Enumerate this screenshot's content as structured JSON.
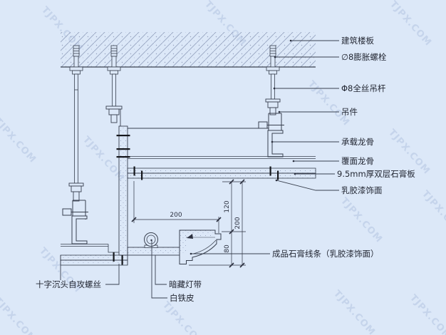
{
  "drawing": {
    "title_hint": "ceiling cove lighting construction detail",
    "watermark": "TJPX.COM",
    "labels": {
      "building_slab": "建筑楼板",
      "expansion_bolt": "∅8膨胀螺栓",
      "threaded_rod": "Φ8全丝吊杆",
      "hanger": "吊件",
      "carrier_keel": "承载龙骨",
      "covering_keel": "覆面龙骨",
      "gypsum_board": "9.5mm厚双层石膏板",
      "latex_paint": "乳胶漆饰面",
      "gypsum_molding": "成品石膏线条（乳胶漆饰面）",
      "self_tapping_screw": "十字沉头自攻螺丝",
      "hidden_light_strip": "暗藏灯带",
      "tin_sheet": "白铁皮"
    },
    "dimensions": {
      "trough_width": "200",
      "upper_height": "120",
      "total_height": "200",
      "lower_height": "80"
    },
    "colors": {
      "background": "#dce8f8",
      "line": "#39404f",
      "text": "#232733",
      "hatch": "#97a3c0"
    }
  }
}
